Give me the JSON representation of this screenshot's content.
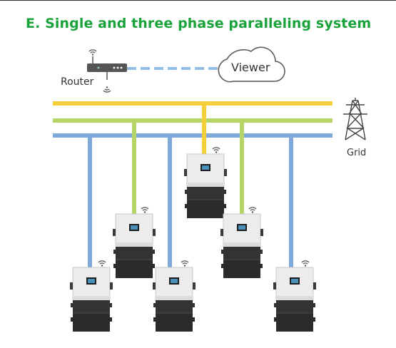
{
  "title": "E.   Single and three phase paralleling system",
  "labels": {
    "router": "Router",
    "viewer": "Viewer",
    "grid": "Grid"
  },
  "colors": {
    "title": "#1aa33a",
    "line_l1": "#f5cf3a",
    "line_l2": "#b5d666",
    "line_l3": "#7ea9dc",
    "router_link": "#8fbde5",
    "inverter_body": "#ececec",
    "battery": "#333333"
  },
  "icons": [
    "router-icon",
    "cloud-icon",
    "transmission-tower-icon",
    "wifi-icon",
    "inverter-icon",
    "battery-icon"
  ]
}
